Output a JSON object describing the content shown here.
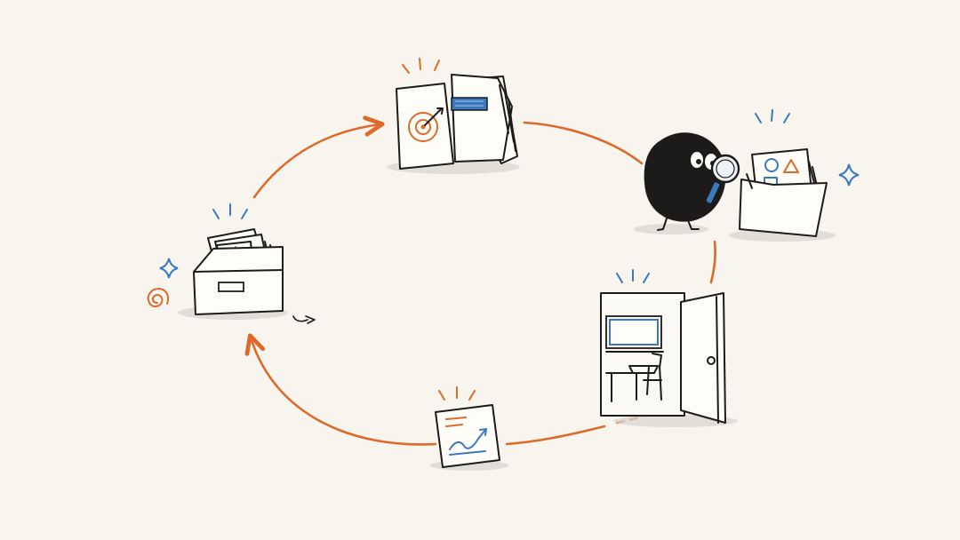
{
  "colors": {
    "background": "#f8f5ef",
    "ink": "#1d1b1a",
    "cycle_arrow": "#dd6a2a",
    "accent_blue": "#3a78c0"
  },
  "cycle": {
    "direction": "clockwise",
    "stages": [
      {
        "id": "target-document",
        "icon": "target-document-icon"
      },
      {
        "id": "inspection",
        "icon": "magnifier-creature-icon"
      },
      {
        "id": "doorway",
        "icon": "open-door-classroom-icon"
      },
      {
        "id": "chart-card",
        "icon": "trend-chart-card-icon"
      },
      {
        "id": "archive-box",
        "icon": "star-file-box-icon"
      }
    ]
  }
}
